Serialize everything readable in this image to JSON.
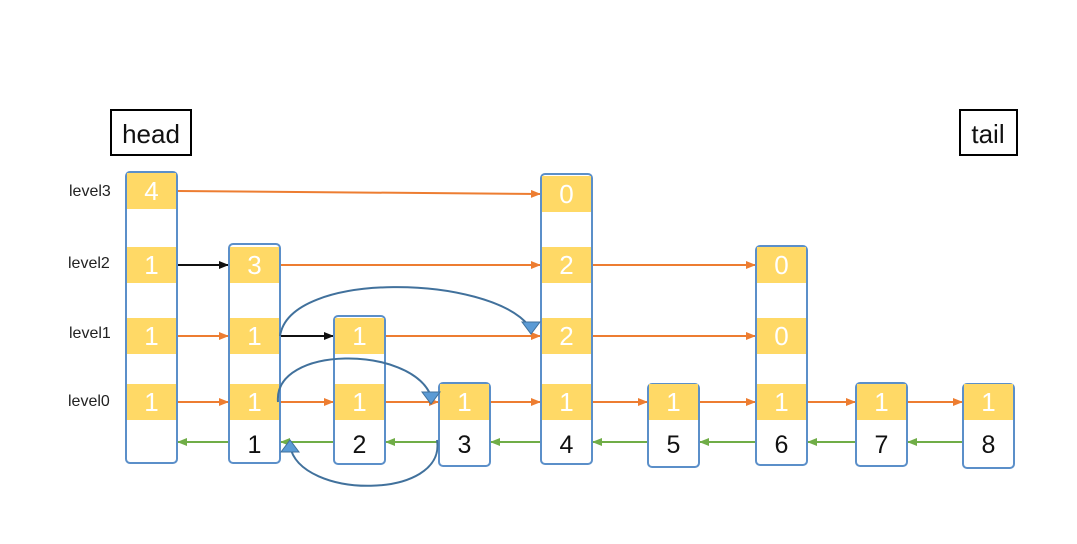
{
  "head_label": "head",
  "tail_label": "tail",
  "level_labels": [
    "level3",
    "level2",
    "level1",
    "level0"
  ],
  "colors": {
    "node_border": "#5b8fc9",
    "cell_fill": "#ffd966",
    "cell_text": "#ffffff",
    "forward_arrow": "#ed7d31",
    "backward_arrow": "#70ad47",
    "path_arrow": "#111111",
    "curve": "#41719c",
    "curve_head": "#5b9bd5"
  },
  "nodes": [
    {
      "id": "head",
      "number": "",
      "levels": {
        "3": "4",
        "2": "1",
        "1": "1",
        "0": "1"
      }
    },
    {
      "id": "n1",
      "number": "1",
      "levels": {
        "2": "3",
        "1": "1",
        "0": "1"
      }
    },
    {
      "id": "n2",
      "number": "2",
      "levels": {
        "1": "1",
        "0": "1"
      }
    },
    {
      "id": "n3",
      "number": "3",
      "levels": {
        "0": "1"
      }
    },
    {
      "id": "n4",
      "number": "4",
      "levels": {
        "3": "0",
        "2": "2",
        "1": "2",
        "0": "1"
      }
    },
    {
      "id": "n5",
      "number": "5",
      "levels": {
        "0": "1"
      }
    },
    {
      "id": "n6",
      "number": "6",
      "levels": {
        "2": "0",
        "1": "0",
        "0": "1"
      }
    },
    {
      "id": "n7",
      "number": "7",
      "levels": {
        "0": "1"
      }
    },
    {
      "id": "n8",
      "number": "8",
      "levels": {
        "0": "1"
      }
    }
  ],
  "forward_links": [
    {
      "from": "head",
      "to": "n4",
      "level": 3,
      "style": "forward"
    },
    {
      "from": "head",
      "to": "n1",
      "level": 2,
      "style": "path"
    },
    {
      "from": "n1",
      "to": "n4",
      "level": 2,
      "style": "forward"
    },
    {
      "from": "n4",
      "to": "n6",
      "level": 2,
      "style": "forward"
    },
    {
      "from": "head",
      "to": "n1",
      "level": 1,
      "style": "forward"
    },
    {
      "from": "n1",
      "to": "n2",
      "level": 1,
      "style": "path"
    },
    {
      "from": "n2",
      "to": "n4",
      "level": 1,
      "style": "forward"
    },
    {
      "from": "n4",
      "to": "n6",
      "level": 1,
      "style": "forward"
    },
    {
      "from": "head",
      "to": "n1",
      "level": 0,
      "style": "forward"
    },
    {
      "from": "n1",
      "to": "n2",
      "level": 0,
      "style": "forward"
    },
    {
      "from": "n2",
      "to": "n3",
      "level": 0,
      "style": "forward"
    },
    {
      "from": "n3",
      "to": "n4",
      "level": 0,
      "style": "forward"
    },
    {
      "from": "n4",
      "to": "n5",
      "level": 0,
      "style": "forward"
    },
    {
      "from": "n5",
      "to": "n6",
      "level": 0,
      "style": "forward"
    },
    {
      "from": "n6",
      "to": "n7",
      "level": 0,
      "style": "forward"
    },
    {
      "from": "n7",
      "to": "n8",
      "level": 0,
      "style": "forward"
    }
  ],
  "backward_links": [
    {
      "from": "n1",
      "to": "head"
    },
    {
      "from": "n2",
      "to": "n1"
    },
    {
      "from": "n3",
      "to": "n2"
    },
    {
      "from": "n4",
      "to": "n3"
    },
    {
      "from": "n5",
      "to": "n4"
    },
    {
      "from": "n6",
      "to": "n5"
    },
    {
      "from": "n7",
      "to": "n6"
    },
    {
      "from": "n8",
      "to": "n7"
    }
  ],
  "search_curves": [
    {
      "from": "n1",
      "to": "n4",
      "level": 1,
      "kind": "top-arc"
    },
    {
      "from": "n1",
      "to": "n3",
      "level": 0,
      "kind": "top-arc"
    },
    {
      "from": "n3",
      "to": "n1",
      "level": 0,
      "kind": "bottom-arc"
    }
  ]
}
